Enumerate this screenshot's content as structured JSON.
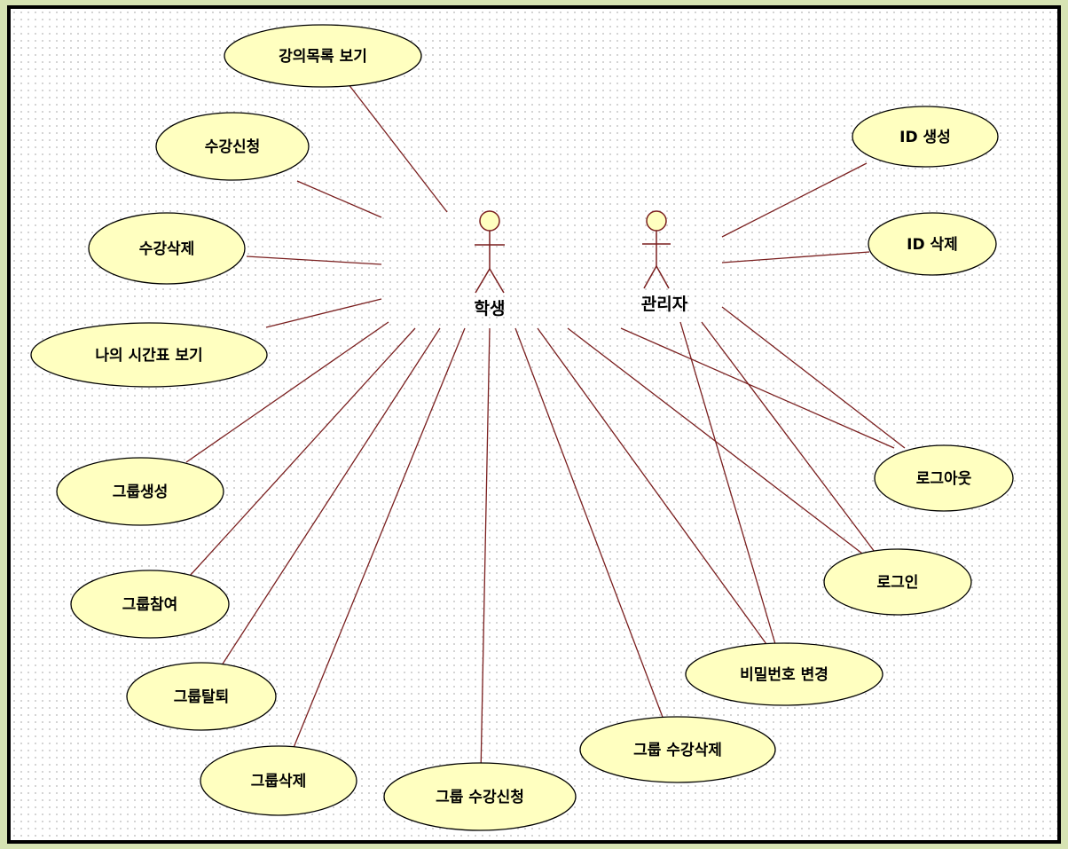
{
  "colors": {
    "background": "#d6e3b3",
    "canvas": "#ffffff",
    "usecase_fill": "#ffffc0",
    "usecase_stroke": "#000000",
    "association": "#7a1f1f",
    "actor_fill": "#ffffc0"
  },
  "actors": {
    "student": "학생",
    "admin": "관리자"
  },
  "usecases": {
    "view_courses": "강의목록 보기",
    "enroll": "수강신청",
    "drop": "수강삭제",
    "my_timetable": "나의 시간표 보기",
    "group_create": "그룹생성",
    "group_join": "그룹참여",
    "group_leave": "그룹탈퇴",
    "group_delete": "그룹삭제",
    "group_enroll": "그룹 수강신청",
    "group_drop": "그룹 수강삭제",
    "change_password": "비밀번호 변경",
    "login": "로그인",
    "logout": "로그아웃",
    "id_create": "ID 생성",
    "id_delete": "ID 삭제"
  }
}
